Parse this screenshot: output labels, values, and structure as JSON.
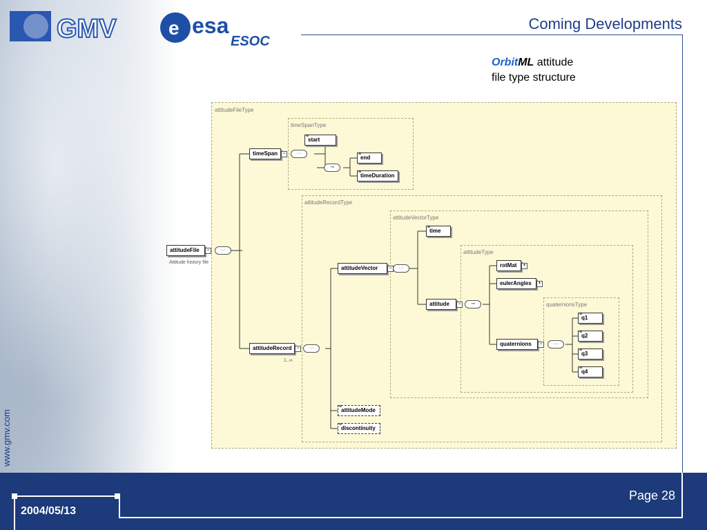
{
  "header": {
    "title": "Coming Developments",
    "subtitle_part1": "Orbit",
    "subtitle_part2": "ML",
    "subtitle_part3": " attitude",
    "subtitle_line2": "file type structure",
    "logo_gmv": "GMV",
    "logo_esa": "esa",
    "logo_esoc": "ESOC"
  },
  "sidebar": {
    "url": "www.gmv.com"
  },
  "footer": {
    "date": "2004/05/13",
    "page": "Page 28"
  },
  "diagram": {
    "types": {
      "attitudeFileType": "attitudeFileType",
      "timeSpanType": "timeSpanType",
      "attitudeRecordType": "attitudeRecordType",
      "attitudeVectorType": "attitudeVectorType",
      "attitudeType": "attitudeType",
      "quaternionsType": "quaternionsType"
    },
    "nodes": {
      "attitudeFile": "attitudeFile",
      "attitudeFileDoc": "Attitude history file",
      "timeSpan": "timeSpan",
      "start": "start",
      "end": "end",
      "timeDuration": "timeDuration",
      "attitudeRecord": "attitudeRecord",
      "attitudeRecordMult": "1..∞",
      "attitudeVector": "attitudeVector",
      "time": "time",
      "attitude": "attitude",
      "rotMat": "rotMat",
      "eulerAngles": "eulerAngles",
      "quaternions": "quaternions",
      "q1": "q1",
      "q2": "q2",
      "q3": "q3",
      "q4": "q4",
      "attitudeMode": "attitudeMode",
      "discontinuity": "discontinuity"
    }
  },
  "colors": {
    "brand": "#1d3a7a",
    "title": "#1f3c88",
    "diagram_bg": "#fdf9d6"
  }
}
